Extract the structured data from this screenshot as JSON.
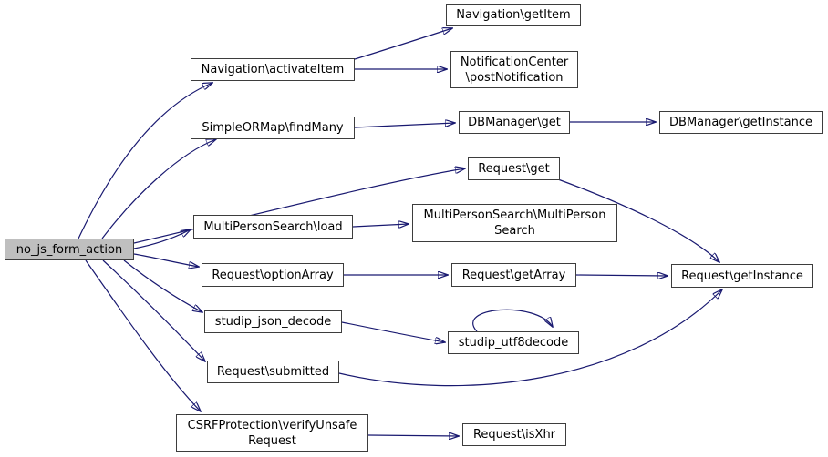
{
  "diagram_type": "call-graph",
  "colors": {
    "edge": "#191970",
    "node_border": "#3d3d3d",
    "node_fill": "#ffffff",
    "highlight_fill": "#bfbfbf",
    "background": "#ffffff",
    "text": "#000000"
  },
  "nodes": [
    {
      "id": "no_js_form_action",
      "label": "no_js_form_action",
      "highlighted": true
    },
    {
      "id": "navigation_activateitem",
      "label": "Navigation\\activateItem",
      "highlighted": false
    },
    {
      "id": "navigation_getitem",
      "label": "Navigation\\getItem",
      "highlighted": false
    },
    {
      "id": "notificationcenter_postnotification",
      "label": "NotificationCenter\n\\postNotification",
      "highlighted": false
    },
    {
      "id": "simpleormap_findmany",
      "label": "SimpleORMap\\findMany",
      "highlighted": false
    },
    {
      "id": "dbmanager_get",
      "label": "DBManager\\get",
      "highlighted": false
    },
    {
      "id": "dbmanager_getinstance",
      "label": "DBManager\\getInstance",
      "highlighted": false
    },
    {
      "id": "request_get",
      "label": "Request\\get",
      "highlighted": false
    },
    {
      "id": "multipersonsearch_load",
      "label": "MultiPersonSearch\\load",
      "highlighted": false
    },
    {
      "id": "multipersonsearch_multipersonsearch",
      "label": "MultiPersonSearch\\MultiPerson\nSearch",
      "highlighted": false
    },
    {
      "id": "request_optionarray",
      "label": "Request\\optionArray",
      "highlighted": false
    },
    {
      "id": "request_getarray",
      "label": "Request\\getArray",
      "highlighted": false
    },
    {
      "id": "request_getinstance",
      "label": "Request\\getInstance",
      "highlighted": false
    },
    {
      "id": "studip_json_decode",
      "label": "studip_json_decode",
      "highlighted": false
    },
    {
      "id": "studip_utf8decode",
      "label": "studip_utf8decode",
      "highlighted": false
    },
    {
      "id": "request_submitted",
      "label": "Request\\submitted",
      "highlighted": false
    },
    {
      "id": "csrfprotection_verifyunsaferequest",
      "label": "CSRFProtection\\verifyUnsafe\nRequest",
      "highlighted": false
    },
    {
      "id": "request_isxhr",
      "label": "Request\\isXhr",
      "highlighted": false
    }
  ],
  "edges": [
    {
      "from": "no_js_form_action",
      "to": "navigation_activateitem"
    },
    {
      "from": "no_js_form_action",
      "to": "simpleormap_findmany"
    },
    {
      "from": "no_js_form_action",
      "to": "request_get"
    },
    {
      "from": "no_js_form_action",
      "to": "multipersonsearch_load"
    },
    {
      "from": "no_js_form_action",
      "to": "request_optionarray"
    },
    {
      "from": "no_js_form_action",
      "to": "studip_json_decode"
    },
    {
      "from": "no_js_form_action",
      "to": "request_submitted"
    },
    {
      "from": "no_js_form_action",
      "to": "csrfprotection_verifyunsaferequest"
    },
    {
      "from": "navigation_activateitem",
      "to": "navigation_getitem"
    },
    {
      "from": "navigation_activateitem",
      "to": "notificationcenter_postnotification"
    },
    {
      "from": "simpleormap_findmany",
      "to": "dbmanager_get"
    },
    {
      "from": "dbmanager_get",
      "to": "dbmanager_getinstance"
    },
    {
      "from": "request_get",
      "to": "request_getinstance"
    },
    {
      "from": "multipersonsearch_load",
      "to": "multipersonsearch_multipersonsearch"
    },
    {
      "from": "request_optionarray",
      "to": "request_getarray"
    },
    {
      "from": "request_getarray",
      "to": "request_getinstance"
    },
    {
      "from": "studip_json_decode",
      "to": "studip_utf8decode"
    },
    {
      "from": "studip_utf8decode",
      "to": "studip_utf8decode"
    },
    {
      "from": "request_submitted",
      "to": "request_getinstance"
    },
    {
      "from": "csrfprotection_verifyunsaferequest",
      "to": "request_isxhr"
    }
  ]
}
